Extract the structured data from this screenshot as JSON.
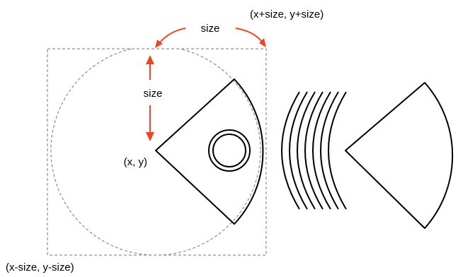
{
  "labels": {
    "top_right_corner": "(x+size, y+size)",
    "horizontal_size": "size",
    "vertical_size": "size",
    "origin": "(x, y)",
    "bottom_left_corner": "(x-size, y-size)"
  },
  "colors": {
    "line": "#000000",
    "guide": "#777777",
    "arrow": "#ee4422",
    "background": "#ffffff"
  }
}
